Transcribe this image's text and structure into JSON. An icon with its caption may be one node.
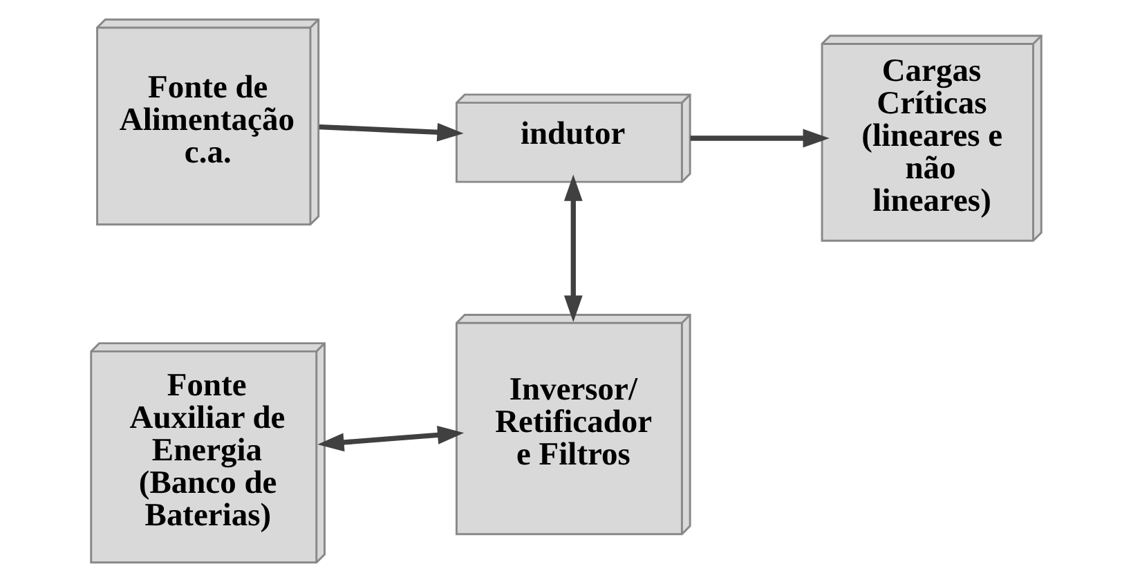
{
  "diagram": {
    "nodes": [
      {
        "text": [
          "Fonte de Alimentação c.a."
        ]
      },
      {
        "text": [
          "indutor"
        ]
      },
      {
        "text": [
          "Cargas Críticas (lineares e não lineares)"
        ]
      },
      {
        "text": [
          "Fonte Auxiliar de Energia (Banco de Baterias)"
        ]
      },
      {
        "text": [
          "Inversor/ Retificador e Filtros"
        ]
      }
    ],
    "edges": [
      {
        "from": 0,
        "to": 1,
        "arrow": "to"
      },
      {
        "from": 1,
        "to": 2,
        "arrow": "to"
      },
      {
        "from": 1,
        "to": 4,
        "arrow": "both"
      },
      {
        "from": 3,
        "to": 4,
        "arrow": "both"
      }
    ]
  }
}
